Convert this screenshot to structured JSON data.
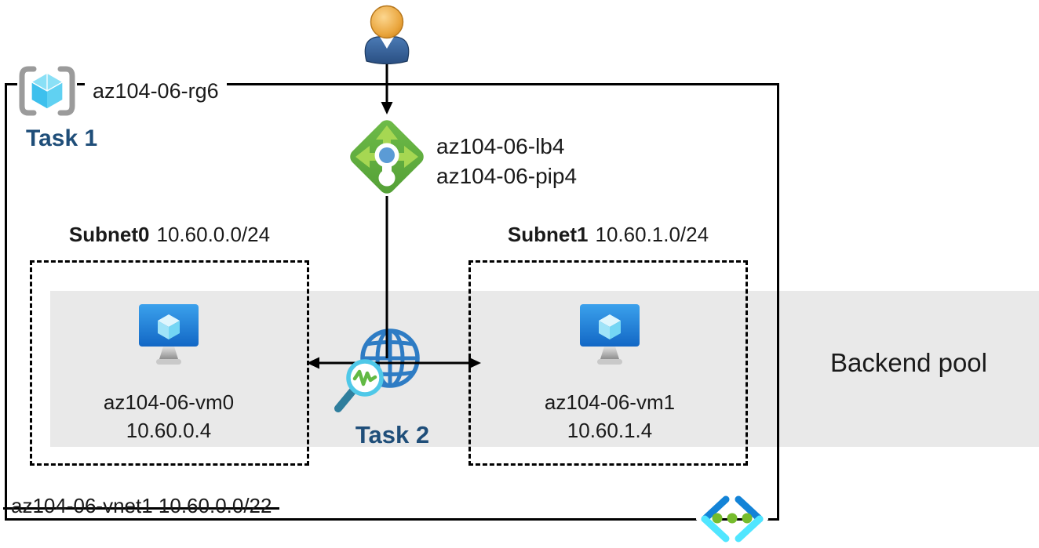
{
  "diagram": {
    "resource_group": {
      "label": "az104-06-rg6",
      "task1_label": "Task 1"
    },
    "load_balancer": {
      "line1": "az104-06-lb4",
      "line2": "az104-06-pip4"
    },
    "task2_label": "Task 2",
    "backend_pool_label": "Backend pool",
    "subnet0": {
      "name": "Subnet0",
      "cidr": "10.60.0.0/24",
      "vm": {
        "name": "az104-06-vm0",
        "ip": "10.60.0.4"
      }
    },
    "subnet1": {
      "name": "Subnet1",
      "cidr": "10.60.1.0/24",
      "vm": {
        "name": "az104-06-vm1",
        "ip": "10.60.1.4"
      }
    },
    "vnet_label": "az104-06-vnet1 10.60.0.0/22"
  },
  "colors": {
    "text": "#1a1a1a",
    "outline": "#000000",
    "task_label": "#1f4e79",
    "band_bg": "#e9e9e9",
    "bracket_gray": "#9b9b9b",
    "lb_green": "#5fad41",
    "lb_arrow_green": "#a6d752",
    "lb_center_blue": "#5b9bd5",
    "globe_blue": "#2e7cc4",
    "magnifier_ring": "#4fc8e8",
    "magnifier_handle": "#2f7e9d",
    "pulse_green": "#62b944",
    "vnet_dark_blue": "#1383d7",
    "vnet_light_blue": "#50e6ff",
    "dot_green": "#76bc2d",
    "person_head_orange": "#eda93f",
    "person_body_blue": "#3a6ca8"
  }
}
